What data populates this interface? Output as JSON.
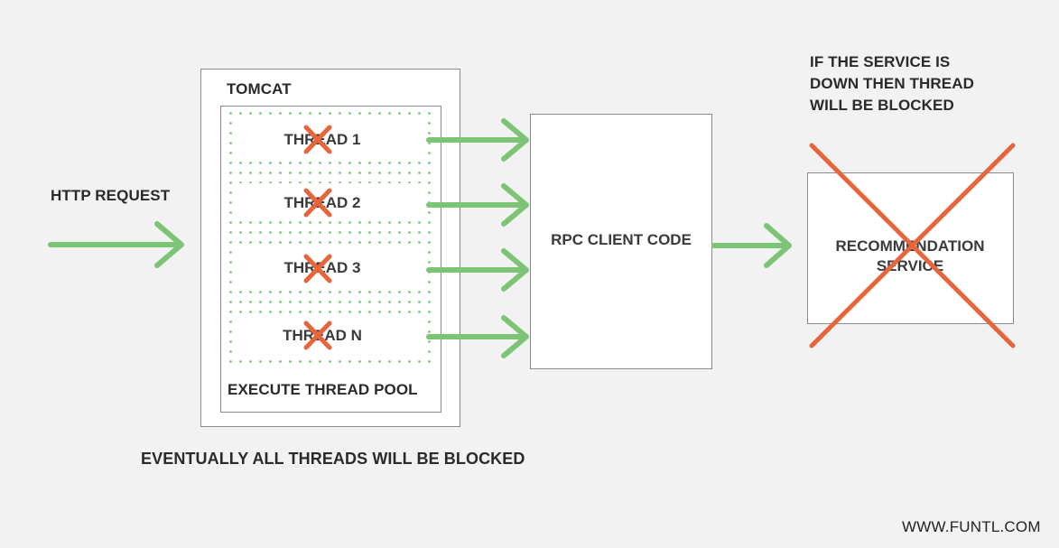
{
  "http_request": "HTTP REQUEST",
  "tomcat": {
    "title": "TOMCAT",
    "pool_label": "EXECUTE THREAD POOL",
    "threads": [
      "THREAD 1",
      "THREAD 2",
      "THREAD 3",
      "THREAD N"
    ]
  },
  "rpc_client": "RPC CLIENT CODE",
  "recommendation_service": "RECOMMENDATION SERVICE",
  "note": {
    "line1": "IF THE SERVICE IS",
    "line2": "DOWN THEN THREAD",
    "line3": "WILL BE BLOCKED"
  },
  "footer_note": "EVENTUALLY ALL THREADS WILL BE BLOCKED",
  "watermark": "WWW.FUNTL.COM",
  "colors": {
    "arrow": "#7cc576",
    "cross": "#e8643a",
    "box_border": "#8a8a8a",
    "dots": "#7cc576"
  }
}
